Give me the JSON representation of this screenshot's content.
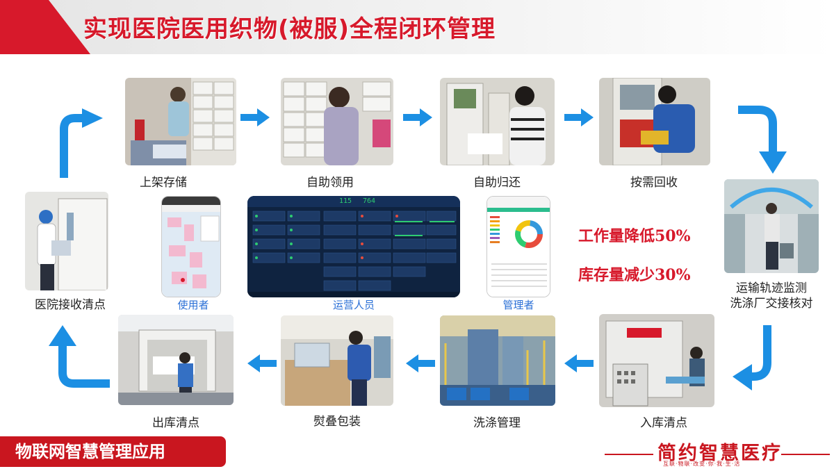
{
  "header": {
    "title": "实现医院医用织物(被服)全程闭环管理"
  },
  "process": {
    "shelf_storage": "上架存储",
    "self_pickup": "自助领用",
    "self_return": "自助归还",
    "on_demand_recycle": "按需回收",
    "transport_line1": "运输轨迹监测",
    "transport_line2": "洗涤厂交接核对",
    "inbound_count": "入库清点",
    "washing": "洗涤管理",
    "ironing_packing": "熨叠包装",
    "outbound_count": "出库清点",
    "hospital_receive": "医院接收清点"
  },
  "center": {
    "user_label": "使用者",
    "operator_label": "运营人员",
    "manager_label": "管理者",
    "dash_num1": "115",
    "dash_num2": "764"
  },
  "stats": {
    "workload": "工作量降低50%",
    "inventory": "库存量减少30%"
  },
  "footer": {
    "tag": "物联网智慧管理应用",
    "brand": "简约智慧医疗",
    "brand_sub": "互联·物联·改变·你·我·生·活"
  },
  "colors": {
    "accent_red": "#d7192b",
    "arrow_blue": "#1c8fe3",
    "label_blue": "#2a6fd6"
  }
}
